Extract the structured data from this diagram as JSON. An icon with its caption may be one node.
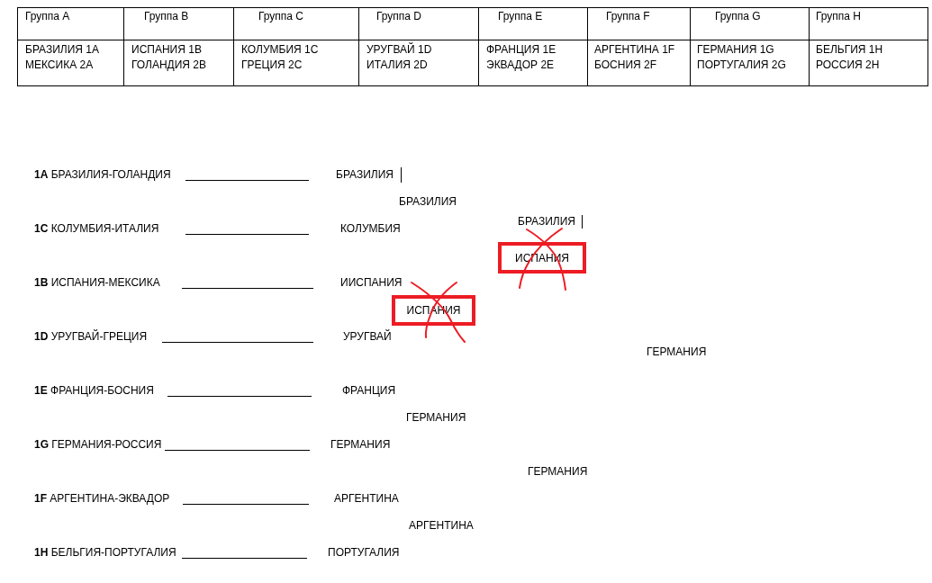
{
  "diagram": {
    "nodes": [
      {
        "text": [
          "ИСПАНИЯ"
        ]
      },
      {
        "text": [
          "ИСПАНИЯ"
        ]
      }
    ],
    "edges": [],
    "labels": [
      "Группа A",
      "Группа B",
      "Группа C",
      "Группа D",
      "Группа E",
      "Группа F",
      "Группа G",
      "Группа H",
      "БРАЗИЛИЯ 1A",
      "МЕКСИКА 2A",
      "ИСПАНИЯ 1B",
      "ГОЛАНДИЯ 2B",
      "КОЛУМБИЯ 1C",
      "ГРЕЦИЯ 2C",
      "УРУГВАЙ 1D",
      "ИТАЛИЯ 2D",
      "ФРАНЦИЯ 1E",
      "ЭКВАДОР 2E",
      "АРГЕНТИНА 1F",
      "БОСНИЯ 2F",
      "ГЕРМАНИЯ 1G",
      "ПОРТУГАЛИЯ 2G",
      "БЕЛЬГИЯ 1H",
      "РОССИЯ 2H",
      "**1A** БРАЗИЛИЯ-ГОЛАНДИЯ",
      "БРАЗИЛИЯ",
      "БРАЗИЛИЯ",
      "БРАЗИЛИЯ",
      "**1C** КОЛУМБИЯ-ИТАЛИЯ",
      "КОЛУМБИЯ",
      "**1B** ИСПАНИЯ-МЕКСИКА",
      "ИИСПАНИЯ",
      "**1D** УРУГВАЙ-ГРЕЦИЯ",
      "УРУГВАЙ",
      "ГЕРМАНИЯ",
      "**1E** ФРАНЦИЯ-БОСНИЯ",
      "ФРАНЦИЯ",
      "ГЕРМАНИЯ",
      "**1G** ГЕРМАНИЯ-РОССИЯ",
      "ГЕРМАНИЯ",
      "ГЕРМАНИЯ",
      "**1F** АРГЕНТИНА-ЭКВАДОР",
      "АРГЕНТИНА",
      "АРГЕНТИНА",
      "**1H** БЕЛЬГИЯ-ПОРТУГАЛИЯ",
      "ПОРТУГАЛИЯ"
    ]
  }
}
